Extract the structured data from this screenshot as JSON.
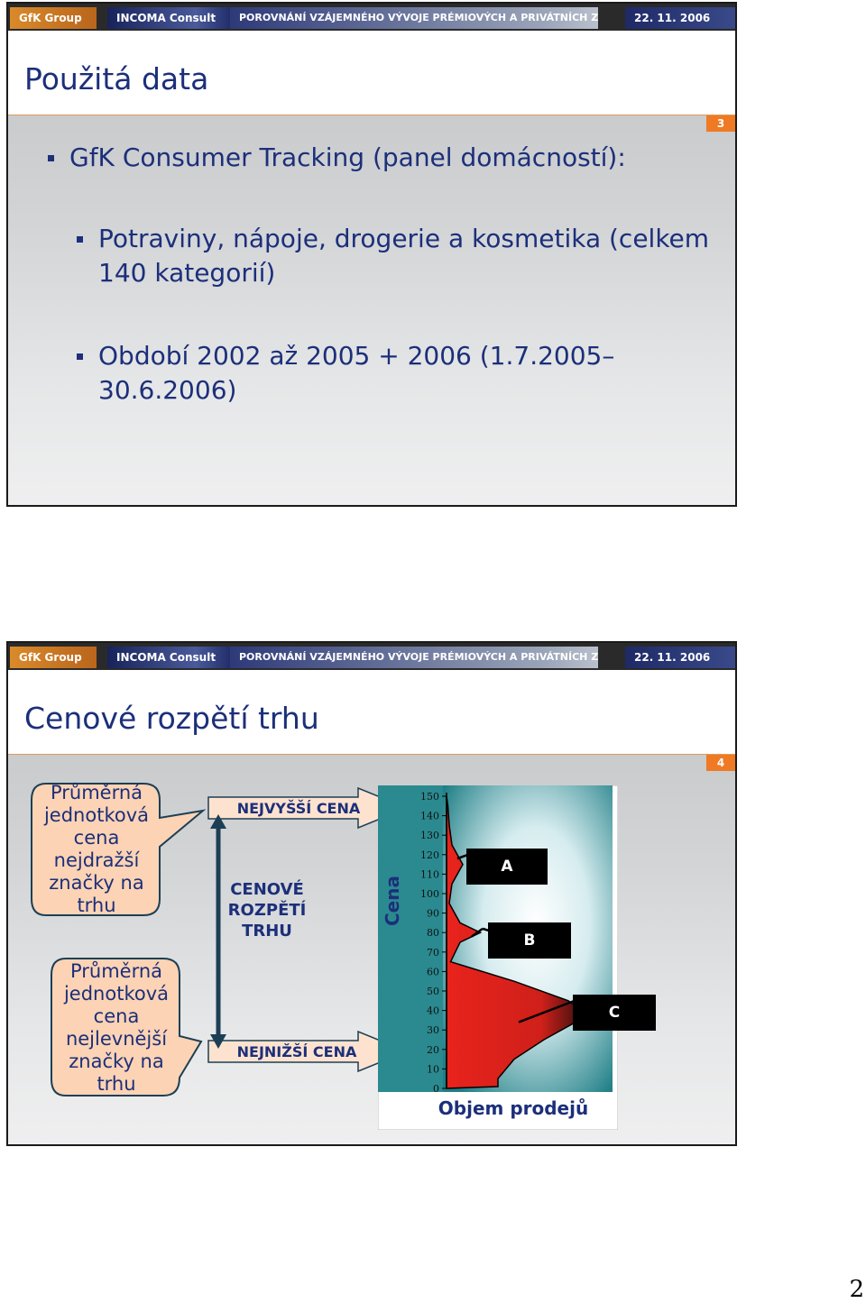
{
  "header": {
    "brand1": "GfK Group",
    "brand2": "INCOMA Consult",
    "subject": "POROVNÁNÍ VZÁJEMNÉHO VÝVOJE PRÉMIOVÝCH A PRIVÁTNÍCH ZNAČEK",
    "date": "22. 11. 2006"
  },
  "slide1": {
    "title": "Použitá data",
    "page_no": "3",
    "bullets": [
      "GfK Consumer Tracking (panel domácností):",
      "Potraviny, nápoje, drogerie a kosmetika (celkem 140 kategorií)",
      "Období 2002 až 2005 + 2006 (1.7.2005–30.6.2006)"
    ]
  },
  "slide2": {
    "title": "Cenové rozpětí trhu",
    "page_no": "4",
    "callout_top": "Průměrná jednotková cena nejdražší značky na trhu",
    "callout_bottom": "Průměrná jednotková cena nejlevnější značky na trhu",
    "highest_price": "NEJVYŠŠÍ CENA",
    "range_label": "CENOVÉ ROZPĚTÍ TRHU",
    "lowest_price": "NEJNIŽŠÍ CENA",
    "chart_data": {
      "type": "area",
      "ylabel": "Cena",
      "xlabel": "Objem prodejů",
      "ylim": [
        0,
        150
      ],
      "y_ticks": [
        150,
        140,
        130,
        120,
        110,
        100,
        90,
        80,
        70,
        60,
        50,
        40,
        30,
        20,
        10,
        0
      ],
      "price_points": [
        5,
        15,
        25,
        35,
        40,
        45,
        55,
        65,
        75,
        80,
        85,
        95,
        105,
        115,
        125,
        135,
        145
      ],
      "volume_relative": [
        0.38,
        0.5,
        0.72,
        0.98,
        1.0,
        0.9,
        0.5,
        0.03,
        0.1,
        0.25,
        0.1,
        0.02,
        0.04,
        0.12,
        0.04,
        0.02,
        0.01
      ],
      "segments": [
        "A",
        "B",
        "C"
      ]
    }
  },
  "page_number": "2",
  "colors": {
    "title_blue": "#1c2f7a",
    "accent_orange": "#ef7a23",
    "callout_fill": "#fcd3b4",
    "arrow_fill": "#fde3cf",
    "curve_red": "#e8231c",
    "chart_bg": "#1f7f86"
  }
}
